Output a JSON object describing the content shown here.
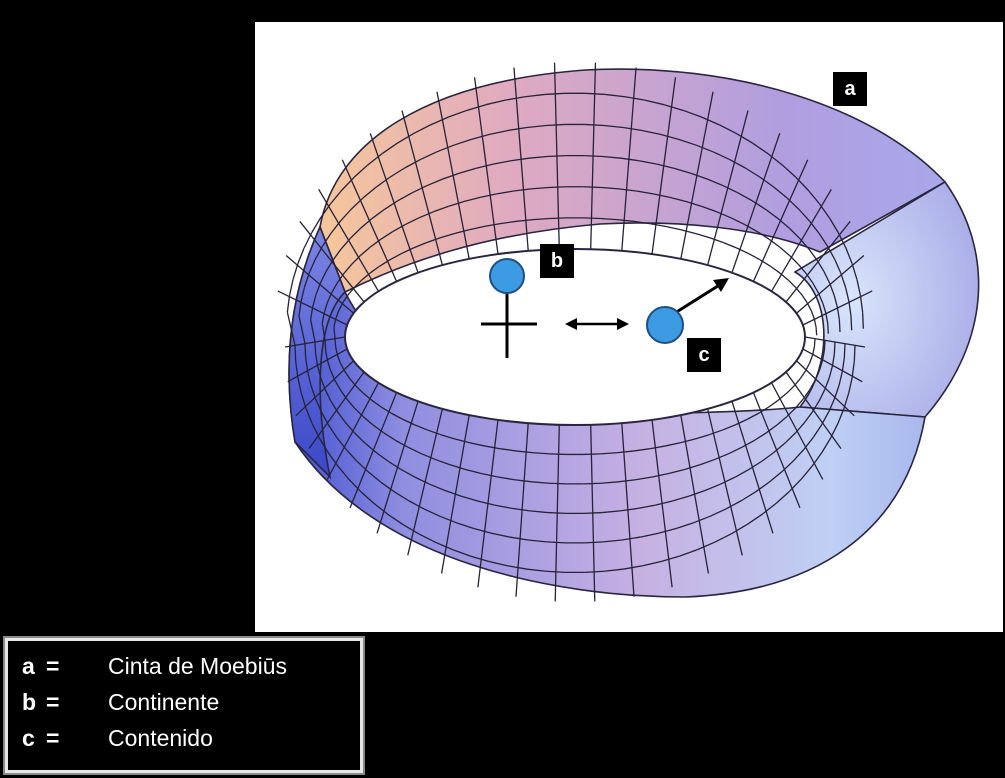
{
  "labels": {
    "a": "a",
    "b": "b",
    "c": "c"
  },
  "legend": {
    "items": [
      {
        "key": "a",
        "eq": "=",
        "text": "Cinta de Moebiūs"
      },
      {
        "key": "b",
        "eq": "=",
        "text": "Continente"
      },
      {
        "key": "c",
        "eq": "=",
        "text": "Contenido"
      }
    ]
  },
  "colors": {
    "band_warm": "#f4c9a0",
    "band_pink": "#dba8c8",
    "band_violet": "#a9a3e4",
    "band_blue": "#5060d8",
    "band_light": "#c4d6f6",
    "mesh": "#262238",
    "sphere": "#3d9be3"
  }
}
